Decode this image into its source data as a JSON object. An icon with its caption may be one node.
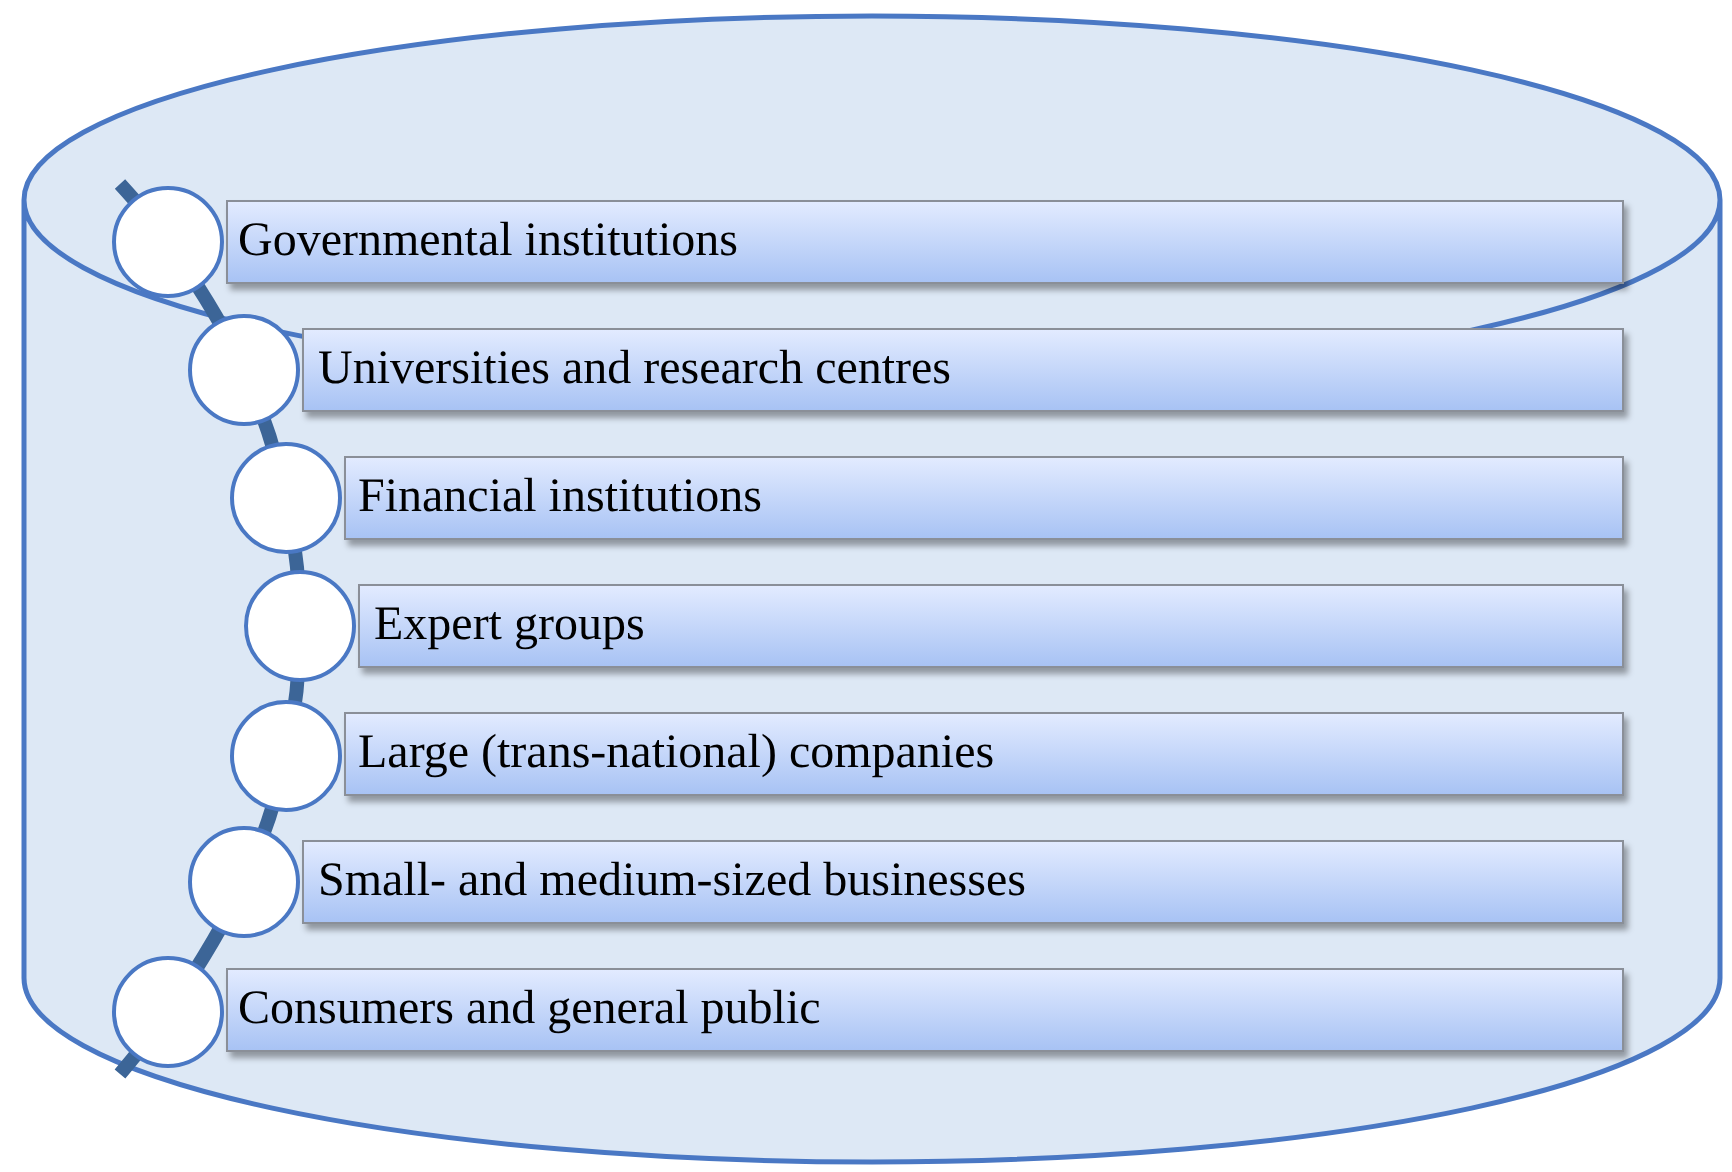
{
  "diagram": {
    "nodes": [
      {
        "text": [],
        "shape": "cylinder"
      },
      {
        "text": [
          "Governmental institutions"
        ],
        "in": 0
      },
      {
        "text": [
          "Universities and research centres"
        ],
        "in": 0
      },
      {
        "text": [
          "Financial institutions"
        ],
        "in": 0
      },
      {
        "text": [
          "Expert groups"
        ],
        "in": 0
      },
      {
        "text": [
          "Large (trans-national) companies"
        ],
        "in": 0
      },
      {
        "text": [
          "Small- and medium-sized businesses"
        ],
        "in": 0
      },
      {
        "text": [
          "Consumers and general public"
        ],
        "in": 0
      }
    ]
  }
}
